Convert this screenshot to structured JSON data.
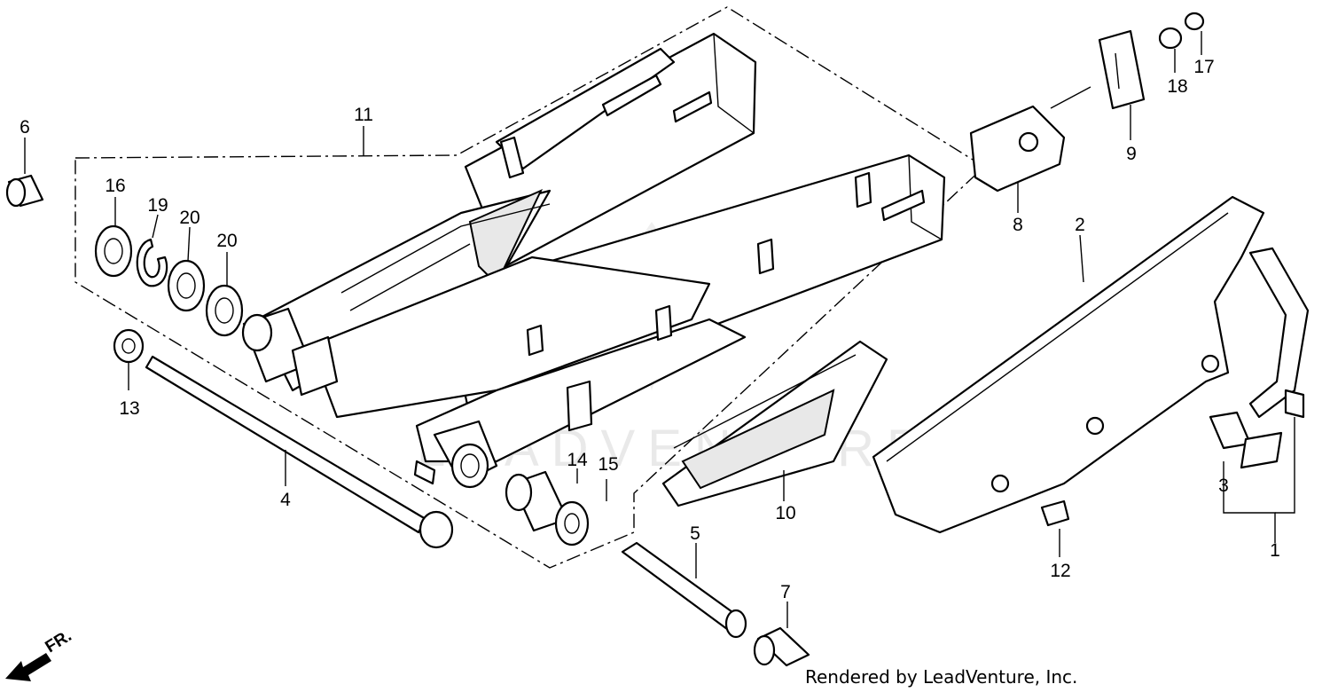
{
  "credit": "Rendered by LeadVenture, Inc.",
  "watermark": "LEADVENTURE",
  "direction_label": "FR.",
  "callouts": {
    "p1": "1",
    "p2": "2",
    "p3": "3",
    "p4": "4",
    "p5": "5",
    "p6": "6",
    "p7": "7",
    "p8": "8",
    "p9": "9",
    "p10": "10",
    "p11": "11",
    "p12": "12",
    "p13": "13",
    "p14": "14",
    "p15": "15",
    "p16": "16",
    "p17": "17",
    "p18": "18",
    "p19": "19",
    "p20a": "20",
    "p20b": "20"
  }
}
